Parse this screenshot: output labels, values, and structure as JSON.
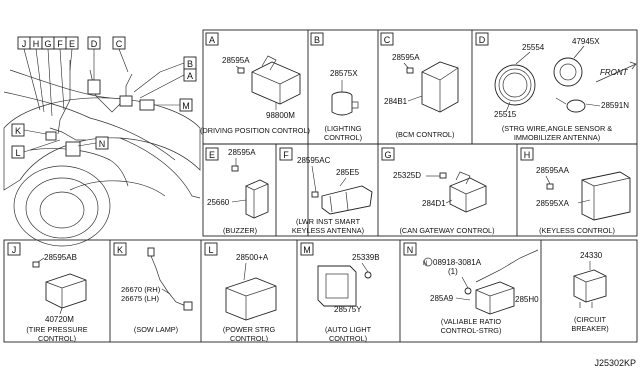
{
  "diagram_id": "J25302KP",
  "vehicle_tags": [
    "J",
    "H",
    "G",
    "F",
    "E",
    "D",
    "C",
    "B",
    "A",
    "M",
    "K",
    "N",
    "L"
  ],
  "panels": [
    {
      "letter": "A",
      "parts": [
        "28595A",
        "98800M"
      ],
      "caption": "(DRIVING POSITION CONTROL)"
    },
    {
      "letter": "B",
      "parts": [
        "28575X"
      ],
      "caption_lines": [
        "(LIGHTING",
        "CONTROL)"
      ]
    },
    {
      "letter": "C",
      "parts": [
        "28595A",
        "284B1"
      ],
      "caption": "(BCM CONTROL)"
    },
    {
      "letter": "D",
      "parts": [
        "25554",
        "47945X",
        "25515",
        "28591N"
      ],
      "direction_label": "FRONT",
      "caption_lines": [
        "(STRG WIRE,ANGLE SENSOR &",
        "IMMOBILIZER ANTENNA)"
      ]
    },
    {
      "letter": "E",
      "parts": [
        "28595A",
        "25660"
      ],
      "caption": "(BUZZER)"
    },
    {
      "letter": "F",
      "parts": [
        "28595AC",
        "285E5"
      ],
      "caption_lines": [
        "(LWR INST SMART",
        "KEYLESS ANTENNA)"
      ]
    },
    {
      "letter": "G",
      "parts": [
        "25325D",
        "284D1"
      ],
      "caption": "(CAN GATEWAY CONTROL)"
    },
    {
      "letter": "H",
      "parts": [
        "28595AA",
        "28595XA"
      ],
      "caption": "(KEYLESS CONTROL)"
    },
    {
      "letter": "J",
      "parts": [
        "28595AB",
        "40720M"
      ],
      "caption_lines": [
        "(TIRE PRESSURE",
        "CONTROL)"
      ]
    },
    {
      "letter": "K",
      "parts": [
        "26670 (RH)",
        "26675 (LH)"
      ],
      "caption": "(SOW LAMP)"
    },
    {
      "letter": "L",
      "parts": [
        "28500+A"
      ],
      "caption_lines": [
        "(POWER STRG",
        "CONTROL)"
      ]
    },
    {
      "letter": "M",
      "parts": [
        "25339B",
        "28575Y"
      ],
      "caption_lines": [
        "(AUTO LIGHT",
        "CONTROL)"
      ]
    },
    {
      "letter": "N",
      "nut_symbol": "N",
      "parts": [
        "08918-3081A",
        "(1)",
        "285A9",
        "285H0"
      ],
      "caption_lines": [
        "(VALIABLE RATIO",
        "CONTROL-STRG)"
      ]
    },
    {
      "parts": [
        "24330"
      ],
      "caption_lines": [
        "(CIRCUIT",
        "BREAKER)"
      ]
    }
  ]
}
